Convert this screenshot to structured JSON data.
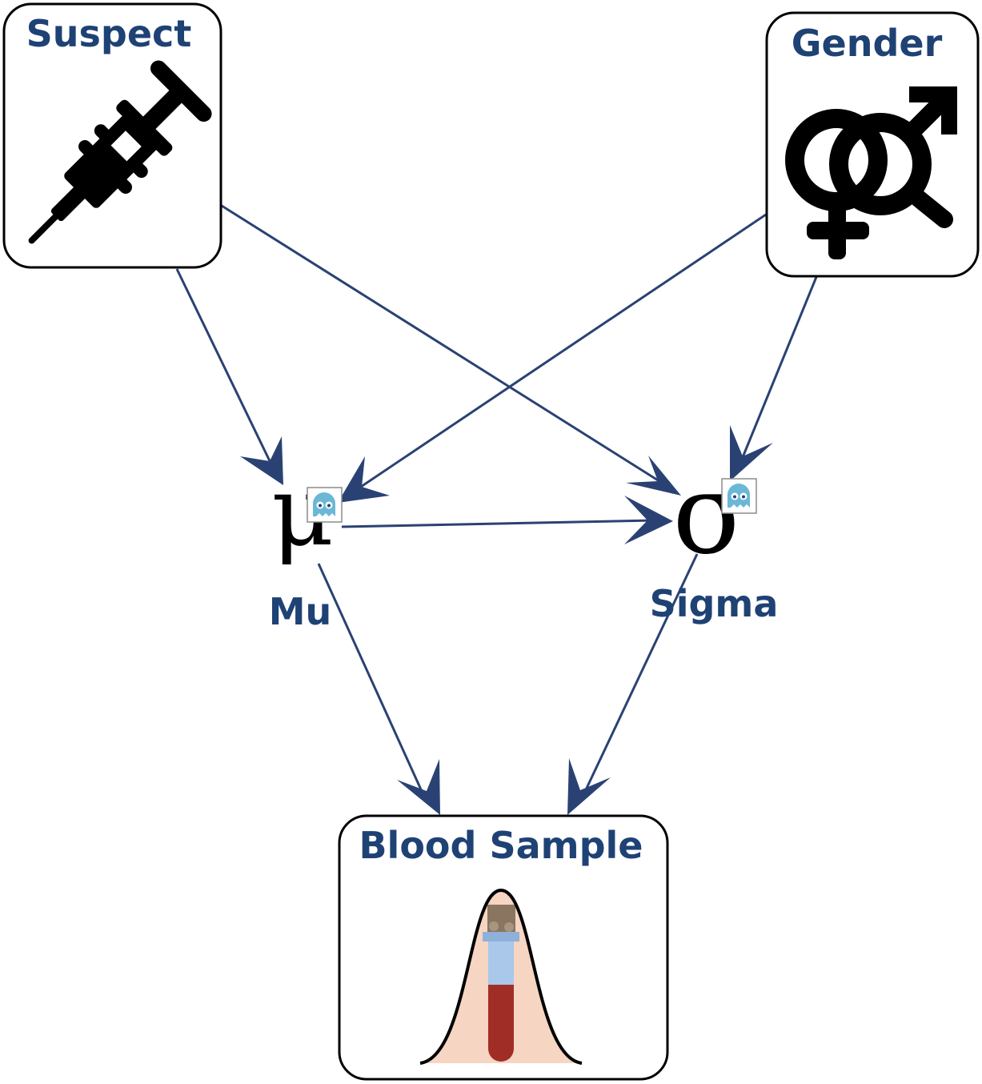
{
  "diagram": {
    "nodes": {
      "suspect": {
        "label": "Suspect",
        "icon": "syringe-icon"
      },
      "gender": {
        "label": "Gender",
        "icon": "gender-symbol-icon"
      },
      "mu": {
        "label": "Mu",
        "symbol": "μ",
        "badge_icon": "ghost-icon"
      },
      "sigma": {
        "label": "Sigma",
        "symbol": "σ",
        "badge_icon": "ghost-icon"
      },
      "blood_sample": {
        "label": "Blood Sample",
        "icon": "blood-tube-bell-curve-icon"
      }
    },
    "edges": [
      {
        "from": "Suspect",
        "to": "Mu"
      },
      {
        "from": "Suspect",
        "to": "Sigma"
      },
      {
        "from": "Gender",
        "to": "Mu"
      },
      {
        "from": "Gender",
        "to": "Sigma"
      },
      {
        "from": "Mu",
        "to": "Sigma"
      },
      {
        "from": "Mu",
        "to": "Blood Sample"
      },
      {
        "from": "Sigma",
        "to": "Blood Sample"
      }
    ],
    "colors": {
      "edge": "#2a4273",
      "label": "#1f4275",
      "ghost": "#6bb8d6",
      "blood": "#a02e26",
      "curve_fill": "#f6d5c3"
    }
  }
}
